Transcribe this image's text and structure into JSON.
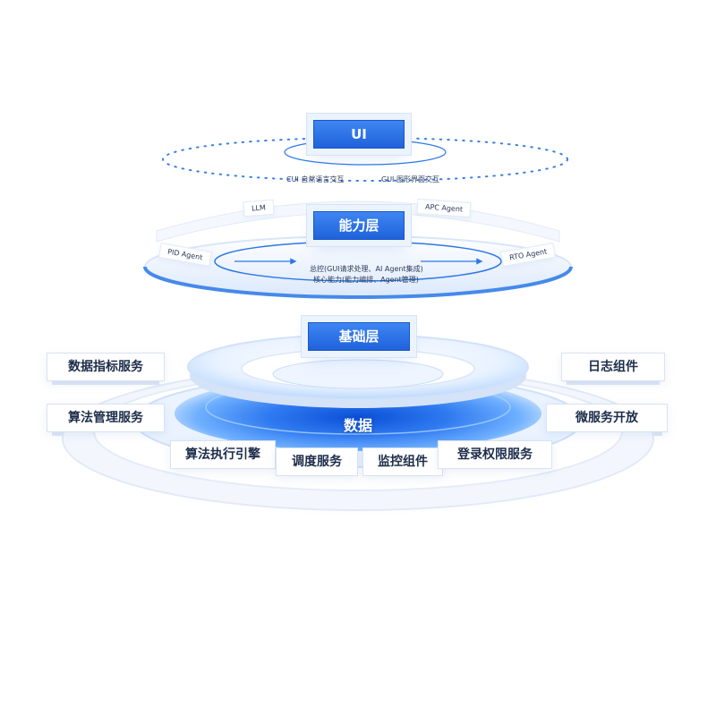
{
  "ui_layer": {
    "title": "UI",
    "cui_label": "CUI 自然语言交互",
    "gui_label": "GUI 图形界面交互"
  },
  "capability_layer": {
    "title": "能力层",
    "llm": "LLM",
    "apc_agent": "APC Agent",
    "pid_agent": "PID Agent",
    "rto_agent": "RTO Agent",
    "desc_line1": "总控(GUI请求处理、AI Agent集成)",
    "desc_line2": "核心能力(能力编排、Agent管理)"
  },
  "base_layer": {
    "title": "基础层",
    "center": "数据",
    "tags": {
      "metrics_service": "数据指标服务",
      "log_component": "日志组件",
      "algo_management": "算法管理服务",
      "microservice": "微服务开放",
      "algo_engine": "算法执行引擎",
      "scheduling": "调度服务",
      "monitoring": "监控组件",
      "auth_service": "登录权限服务"
    }
  },
  "colors": {
    "primary_blue": "#1f62db",
    "ring_blue": "#2a78e8",
    "text_dark": "#1d2d4a"
  }
}
